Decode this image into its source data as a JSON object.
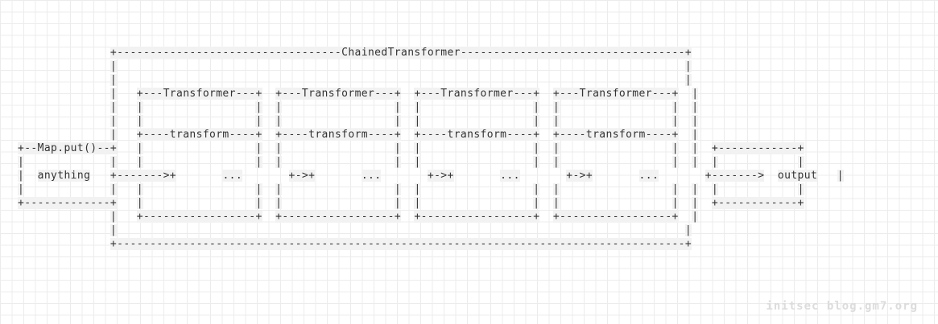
{
  "diagram": {
    "lines": [
      "              +----------------------------------ChainedTransformer----------------------------------+",
      "              |                                                                                      |",
      "              |                                                                                      |",
      "              |   +---Transformer---+  +---Transformer---+  +---Transformer---+  +---Transformer---+  |",
      "              |   |                 |  |                 |  |                 |  |                 |  |",
      "              |   |                 |  |                 |  |                 |  |                 |  |",
      "              |   +----transform----+  +----transform----+  +----transform----+  +----transform----+  |",
      "+--Map.put()--+   |                 |  |                 |  |                 |  |                 |  |  +------------+",
      "|             |   |                 |  |                 |  |                 |  |                 |  |  |            |",
      "|  anything   +------->+       ...       +->+       ...       +->+       ...       +->+       ...       +------->  output   |",
      "|             |   |                 |  |                 |  |                 |  |                 |  |  |            |",
      "+-------------+   |                 |  |                 |  |                 |  |                 |  |  +------------+",
      "              |   +-----------------+  +-----------------+  +-----------------+  +-----------------+  |",
      "              |                                                                                      |",
      "              +--------------------------------------------------------------------------------------+"
    ]
  },
  "watermark": "initsec blog.gm7.org"
}
